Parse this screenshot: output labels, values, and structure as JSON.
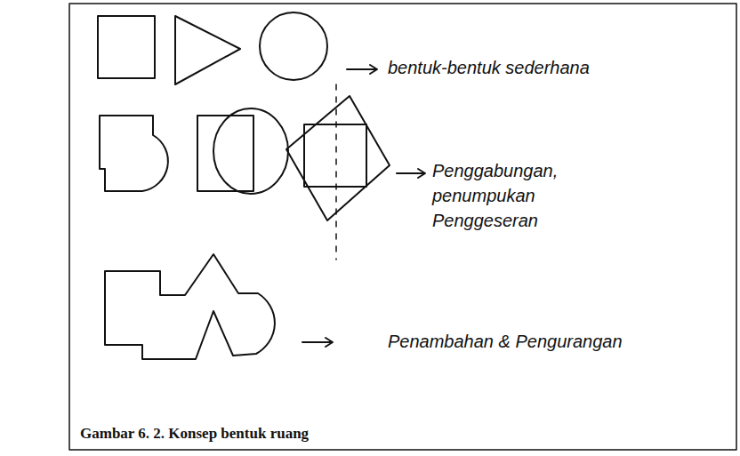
{
  "diagram": {
    "caption": "Gambar 6. 2. Konsep bentuk ruang",
    "labels": [
      "bentuk-bentuk sederhana",
      "Penggabungan, penumpukan Penggeseran",
      "Penambahan & Pengurangan"
    ]
  }
}
